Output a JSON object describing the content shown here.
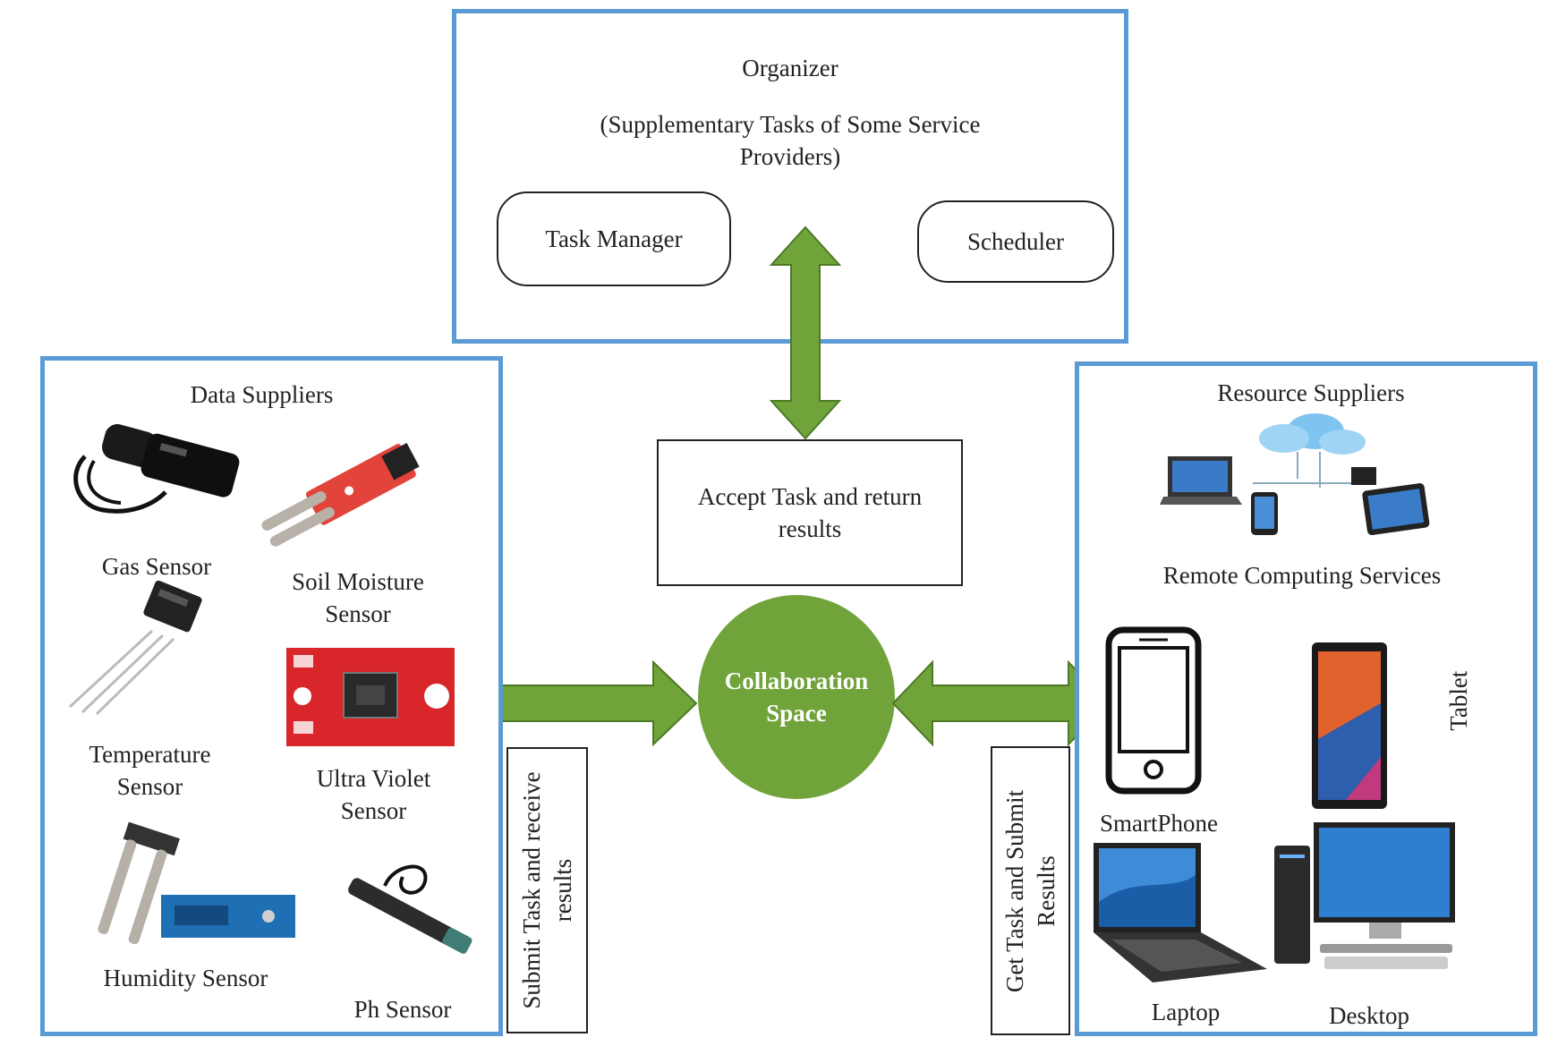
{
  "organizer": {
    "title": "Organizer",
    "subtitle_line1": "(Supplementary Tasks of Some Service",
    "subtitle_line2": "Providers)",
    "task_manager": "Task Manager",
    "scheduler": "Scheduler"
  },
  "accept_box": {
    "line1": "Accept Task and return",
    "line2": "results"
  },
  "collaboration": {
    "line1": "Collaboration",
    "line2": "Space"
  },
  "data_suppliers": {
    "title": "Data Suppliers",
    "gas": "Gas Sensor",
    "soil_line1": "Soil Moisture",
    "soil_line2": "Sensor",
    "temp_line1": "Temperature",
    "temp_line2": "Sensor",
    "uv_line1": "Ultra Violet",
    "uv_line2": "Sensor",
    "humidity": "Humidity Sensor",
    "ph": "Ph Sensor"
  },
  "submit_box": {
    "line1": "Submit Task and receive",
    "line2": "results"
  },
  "get_box": {
    "line1": "Get Task and Submit",
    "line2": "Results"
  },
  "resource_suppliers": {
    "title": "Resource Suppliers",
    "remote": "Remote Computing Services",
    "smartphone": "SmartPhone",
    "tablet": "Tablet",
    "laptop": "Laptop",
    "desktop": "Desktop"
  },
  "colors": {
    "panel_border": "#5b9bd5",
    "arrow_fill": "#70a33a",
    "arrow_stroke": "#4e7a25",
    "circle_fill": "#70a33a"
  }
}
